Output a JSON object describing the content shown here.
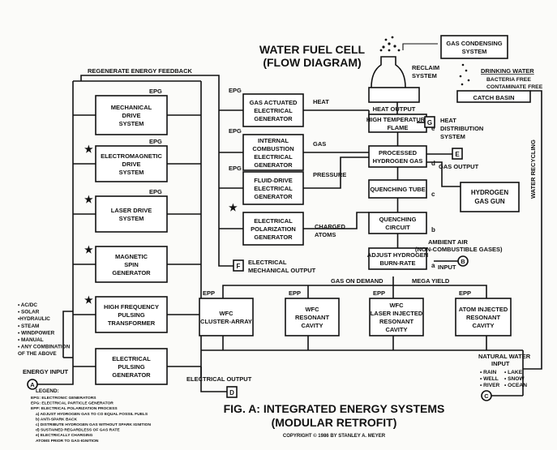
{
  "title": [
    "WATER FUEL CELL",
    "(FLOW DIAGRAM)"
  ],
  "feedback_label": "REGENERATE ENERGY FEEDBACK",
  "left_column": [
    {
      "tag": "",
      "lines": [
        "MECHANICAL",
        "DRIVE",
        "SYSTEM"
      ],
      "tag2": "EPG"
    },
    {
      "tag": "★",
      "lines": [
        "ELECTROMAGNETIC",
        "DRIVE",
        "SYSTEM"
      ],
      "tag2": "EPG"
    },
    {
      "tag": "★",
      "lines": [
        "LASER DRIVE",
        "SYSTEM"
      ],
      "tag2": "EPG"
    },
    {
      "tag": "★",
      "lines": [
        "MAGNETIC",
        "SPIN",
        "GENERATOR"
      ],
      "tag2": ""
    },
    {
      "tag": "★",
      "lines": [
        "HIGH FREQUENCY",
        "PULSING",
        "TRANSFORMER"
      ],
      "tag2": ""
    },
    {
      "tag": "",
      "lines": [
        "ELECTRICAL",
        "PULSING",
        "GENERATOR"
      ],
      "tag2": ""
    }
  ],
  "generators": [
    {
      "epg": "EPG",
      "lines": [
        "GAS ACTUATED",
        "ELECTRICAL",
        "GENERATOR"
      ],
      "link": "HEAT"
    },
    {
      "epg": "EPG",
      "lines": [
        "INTERNAL",
        "COMBUSTION",
        "ELECTRICAL",
        "GENERATOR"
      ],
      "link": "GAS"
    },
    {
      "epg": "EPG",
      "lines": [
        "FLUID-DRIVE",
        "ELECTRICAL",
        "GENERATOR"
      ],
      "link": "PRESSURE"
    },
    {
      "epg": "★",
      "lines": [
        "ELECTRICAL",
        "POLARIZATION",
        "GENERATOR"
      ],
      "link": "CHARGED ATOMS"
    }
  ],
  "center_chain": [
    {
      "lines": [
        "HIGH TEMPERATURE",
        "FLAME"
      ],
      "letter": "e"
    },
    {
      "lines": [
        "PROCESSED",
        "HYDROGEN GAS"
      ],
      "letter": "d"
    },
    {
      "lines": [
        "QUENCHING TUBE"
      ],
      "letter": "c"
    },
    {
      "lines": [
        "QUENCHING",
        "CIRCUIT"
      ],
      "letter": "b"
    },
    {
      "lines": [
        "ADJUST HYDROGEN",
        "BURN-RATE"
      ],
      "letter": "a"
    }
  ],
  "heat_output": "HEAT OUTPUT",
  "reclaim": [
    "RECLAIM",
    "SYSTEM"
  ],
  "gas_condensing": [
    "GAS CONDENSING",
    "SYSTEM"
  ],
  "drinking_water": {
    "title": "DRINKING WATER",
    "items": [
      "BACTERIA FREE",
      "CONTAMINATE FREE"
    ]
  },
  "catch_basin": "CATCH BASIN",
  "heat_distribution": {
    "marker": "G",
    "lines": [
      "HEAT",
      "DISTRIBUTION",
      "SYSTEM"
    ]
  },
  "gas_output": {
    "marker": "E",
    "label": "GAS OUTPUT"
  },
  "hydrogen_gun": [
    "HYDROGEN",
    "GAS GUN"
  ],
  "water_recycling": "WATER RECYCLING",
  "ambient_air": [
    "AMBIENT AIR",
    "(NON-COMBUSTIBLE GASES)"
  ],
  "input": {
    "marker": "B",
    "label": "INPUT"
  },
  "electrical_output_f": {
    "marker": "F",
    "lines": [
      "ELECTRICAL",
      "MECHANICAL OUTPUT"
    ]
  },
  "gas_on_demand": "GAS ON DEMAND",
  "mega_yield": "MEGA YIELD",
  "wfc_units": [
    {
      "epp": "EPP",
      "lines": [
        "WFC",
        "CLUSTER-ARRAY"
      ]
    },
    {
      "epp": "EPP",
      "lines": [
        "WFC",
        "RESONANT",
        "CAVITY"
      ]
    },
    {
      "epp": "EPP",
      "lines": [
        "WFC",
        "LASER INJECTED",
        "RESONANT",
        "CAVITY"
      ]
    },
    {
      "epp": "EPP",
      "lines": [
        "ATOM INJECTED",
        "RESONANT",
        "CAVITY"
      ]
    }
  ],
  "energy_sources": [
    "• AC/DC",
    "• SOLAR",
    "•HYDRAULIC",
    "• STEAM",
    "• WINDPOWER",
    "• MANUAL",
    "• ANY COMBINATION",
    "  OF THE ABOVE"
  ],
  "energy_input": {
    "marker": "A",
    "label": "ENERGY INPUT"
  },
  "electrical_output_d": {
    "marker": "D",
    "label": "ELECTRICAL OUTPUT"
  },
  "natural_water": {
    "marker": "C",
    "title": [
      "NATURAL WATER",
      "INPUT"
    ],
    "col1": [
      "• RAIN",
      "• WELL",
      "• RIVER"
    ],
    "col2": [
      "• LAKE",
      "• SNOW",
      "• OCEAN"
    ]
  },
  "legend": {
    "title": "LEGEND:",
    "items": [
      "EPG: ELECTRONIC GENERATORS",
      "EPG: ELECTRICAL PARTICLE GENERATOR",
      "EPP: ELECTRICAL POLARIZATION PROCESS",
      "a) ADJUST HYDROGEN GAS TO CO EQUAL FOSSIL FUELS",
      "b) ANTI-SPARK BACK",
      "c) DISTRIBUTE HYDROGEN GAS WITHOUT SPARK IGNITION",
      "d) SUSTAINED REGARDLESS OF GAS RATE",
      "e) ELECTRICALLY CHARGING",
      "ATOMS PRIOR TO GAS-IGNITION"
    ]
  },
  "fig_title": [
    "FIG. A: INTEGRATED ENERGY SYSTEMS",
    "(MODULAR RETROFIT)"
  ],
  "copyright": "COPYRIGHT © 1986 BY STANLEY A. MEYER"
}
